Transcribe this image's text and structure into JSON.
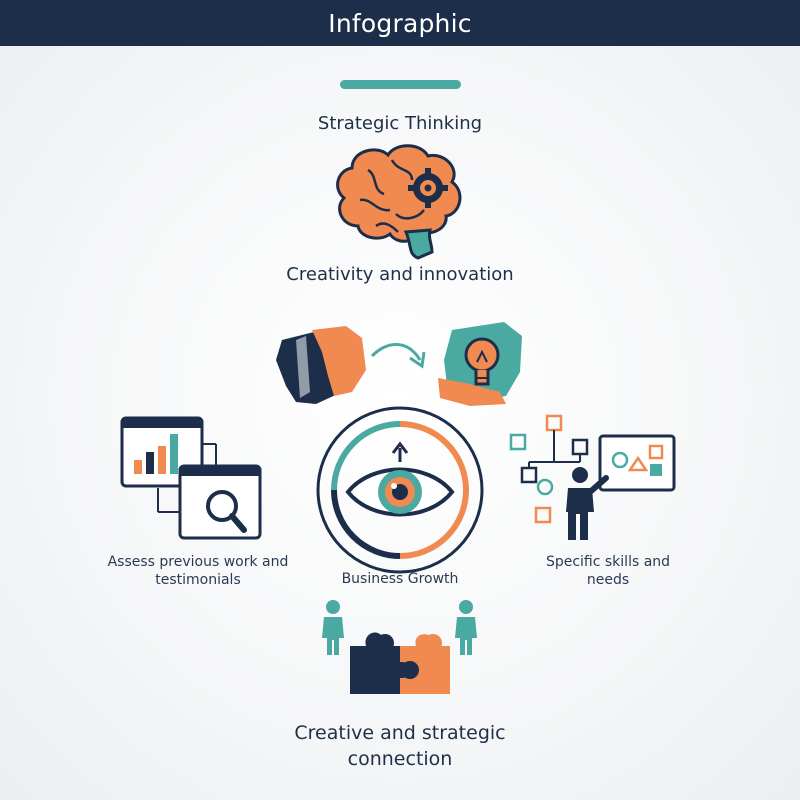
{
  "header": {
    "title": "Infographic"
  },
  "sections": {
    "strategic": "Strategic Thinking",
    "creativity": "Creativity and innovation",
    "assess": "Assess previous work and testimonials",
    "growth": "Business Growth",
    "skills": "Specific skills and needs",
    "connection": "Creative and strategic connection"
  },
  "colors": {
    "navy": "#1c2e4a",
    "orange": "#f08a50",
    "teal": "#4aa9a1",
    "background": "#f4f5f6"
  },
  "icons": [
    "brain-gear-icon",
    "paint-swatch-icon",
    "arrow-icon",
    "lightbulb-icon",
    "bar-chart-window-icon",
    "magnifier-window-icon",
    "eye-icon",
    "presenter-icon",
    "flowchart-icon",
    "people-icon",
    "puzzle-icon"
  ]
}
